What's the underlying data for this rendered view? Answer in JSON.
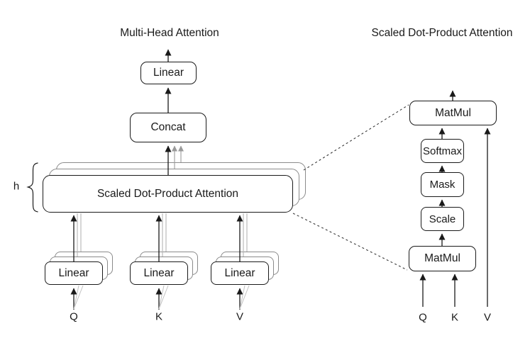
{
  "diagram": {
    "left": {
      "title": "Multi-Head Attention",
      "h_label": "h",
      "linear_out": "Linear",
      "concat": "Concat",
      "attention": "Scaled Dot-Product Attention",
      "stacks": [
        {
          "box": "Linear",
          "input": "Q"
        },
        {
          "box": "Linear",
          "input": "K"
        },
        {
          "box": "Linear",
          "input": "V"
        }
      ]
    },
    "right": {
      "title": "Scaled Dot-Product Attention",
      "matmul_out": "MatMul",
      "softmax": "Softmax",
      "mask": "Mask",
      "scale": "Scale",
      "matmul_in": "MatMul",
      "inputs": [
        "Q",
        "K",
        "V"
      ]
    },
    "colors": {
      "background": "#ffffff",
      "line_black": "#1a1a1a",
      "ghost_border": "#8b8b8b",
      "gray_line": "#9a9a9a",
      "light_line": "#c2c2c2",
      "dash_line": "#3a3a3a"
    }
  }
}
